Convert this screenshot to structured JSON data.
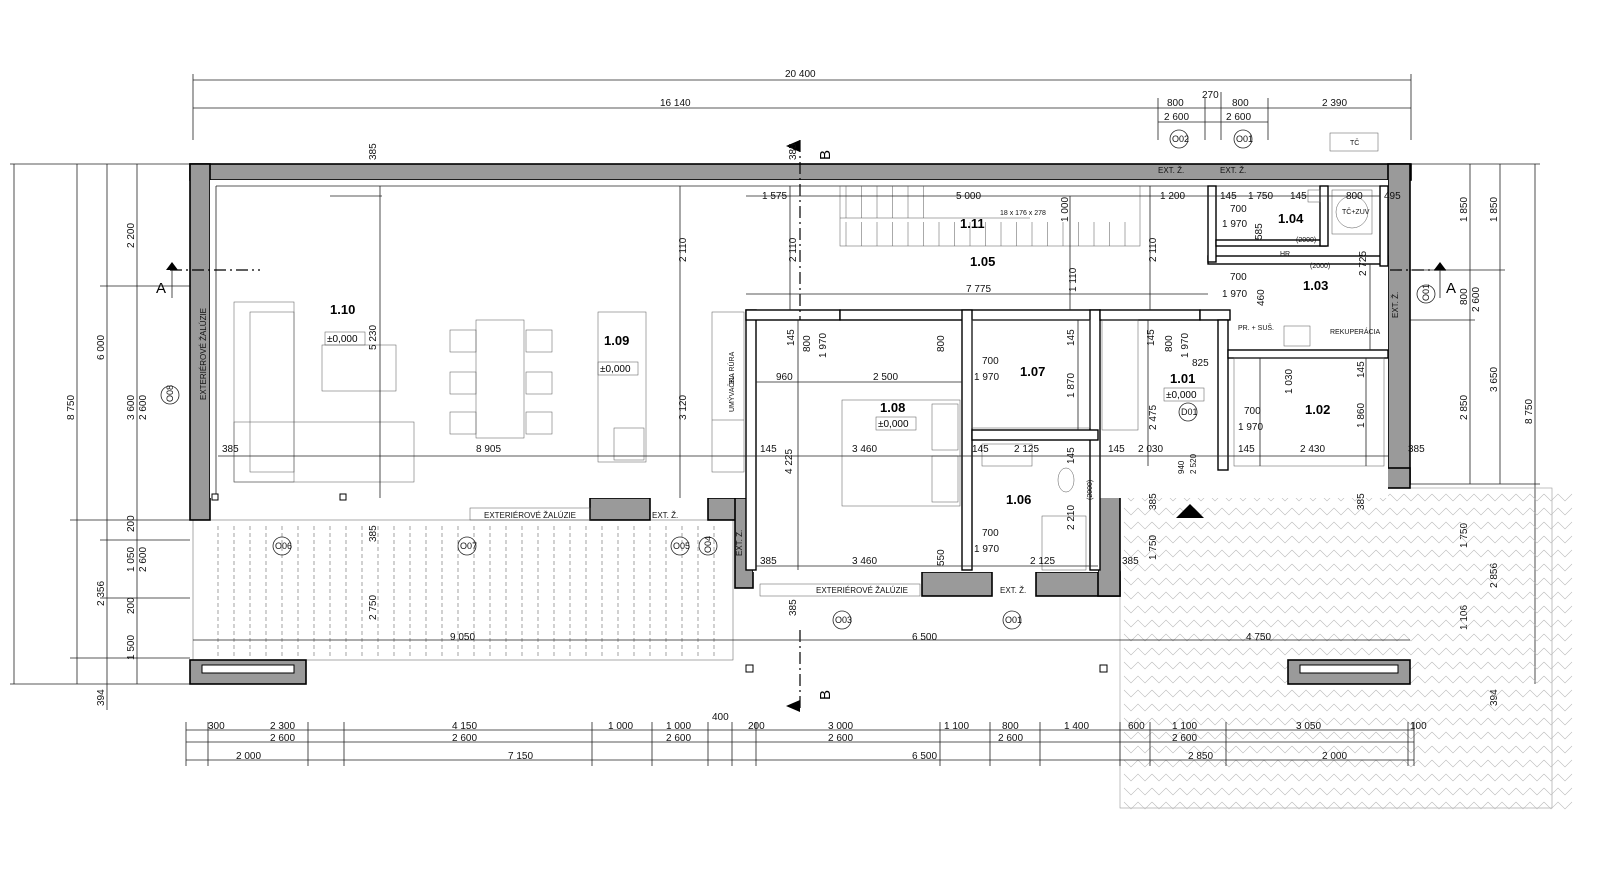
{
  "overall": {
    "total_width": "20 400",
    "segments_top": [
      "16 140",
      "800",
      "270",
      "800",
      "2 390"
    ],
    "segments_top2": [
      "2 600",
      "2 600"
    ],
    "section_a": "A",
    "section_b": "B"
  },
  "rooms": [
    {
      "id": "1.10",
      "level": "±0,000"
    },
    {
      "id": "1.09",
      "level": "±0,000"
    },
    {
      "id": "1.11"
    },
    {
      "id": "1.05"
    },
    {
      "id": "1.08",
      "level": "±0,000"
    },
    {
      "id": "1.07"
    },
    {
      "id": "1.06"
    },
    {
      "id": "1.01",
      "level": "±0,000"
    },
    {
      "id": "1.02"
    },
    {
      "id": "1.03"
    },
    {
      "id": "1.04"
    }
  ],
  "labels": {
    "blinds_vertical": "EXTERIÉROVÉ ŽALÚZIE",
    "blinds_bottom": "EXTERIÉROVÉ ŽALÚZIE",
    "blinds_bottom2": "EXTERIÉROVÉ ŽALÚZIE",
    "ext": "EXT. Ž.",
    "stair_note": "18 x 176 x 278",
    "hr": "HR",
    "tc": "TČ",
    "tc_zuv": "TČ+ZUV",
    "pr_sus": "PR. + SUŠ.",
    "rekuperacia": "REKUPERÁCIA",
    "umyvacka": "UMÝVAČKA",
    "el_rura": "EL. RÚRA",
    "note_2000": "(2000)"
  },
  "tags": [
    "O02",
    "O01",
    "O08",
    "O06",
    "O07",
    "O05",
    "O04",
    "O03",
    "O01",
    "D01",
    "O01"
  ],
  "dims_interior": {
    "d1575": "1 575",
    "d5000": "5 000",
    "d1200": "1 200",
    "d145": "145",
    "d1750": "1 750",
    "d800": "800",
    "d495": "495",
    "d700": "700",
    "d1970": "1 970",
    "d585": "585",
    "d2725": "2 725",
    "d460": "460",
    "d2110": "2 110",
    "d1000": "1 000",
    "d1110": "1 110",
    "d7775": "7 775",
    "d960": "960",
    "d2500": "2 500",
    "d1870": "1 870",
    "d825": "825",
    "d2475": "2 475",
    "d1030": "1 030",
    "d1860": "1 860",
    "d2430": "2 430",
    "d4225": "4 225",
    "d3460": "3 460",
    "d2125": "2 125",
    "d2030": "2 030",
    "d940": "940",
    "d2520": "2 520",
    "d385": "385",
    "d8905": "8 905",
    "d5230": "5 230",
    "d3120": "3 120",
    "d2200": "2 200",
    "d550": "550",
    "d2210": "2 210",
    "d2750": "2 750",
    "d9050": "9 050",
    "d6500": "6 500",
    "d4750": "4 750"
  },
  "dims_left": [
    "8 750",
    "6 000",
    "2 200",
    "3 600",
    "2 600",
    "200",
    "1 050",
    "2 600",
    "200",
    "2 356",
    "1 500",
    "394"
  ],
  "dims_right": [
    "1 850",
    "1 850",
    "800",
    "2 600",
    "2 850",
    "3 650",
    "8 750",
    "1 750",
    "2 856",
    "1 106",
    "394"
  ],
  "dims_bottom1": [
    "300",
    "2 300",
    "4 150",
    "1 000",
    "1 000",
    "400",
    "200",
    "3 000",
    "1 100",
    "800",
    "1 400",
    "600",
    "1 100",
    "3 050",
    "100"
  ],
  "dims_bottom2": [
    "2 600",
    "2 600",
    "2 600",
    "2 600",
    "2 600",
    "2 600"
  ],
  "dims_bottom3": [
    "2 000",
    "7 150",
    "6 500",
    "2 850",
    "2 000"
  ]
}
